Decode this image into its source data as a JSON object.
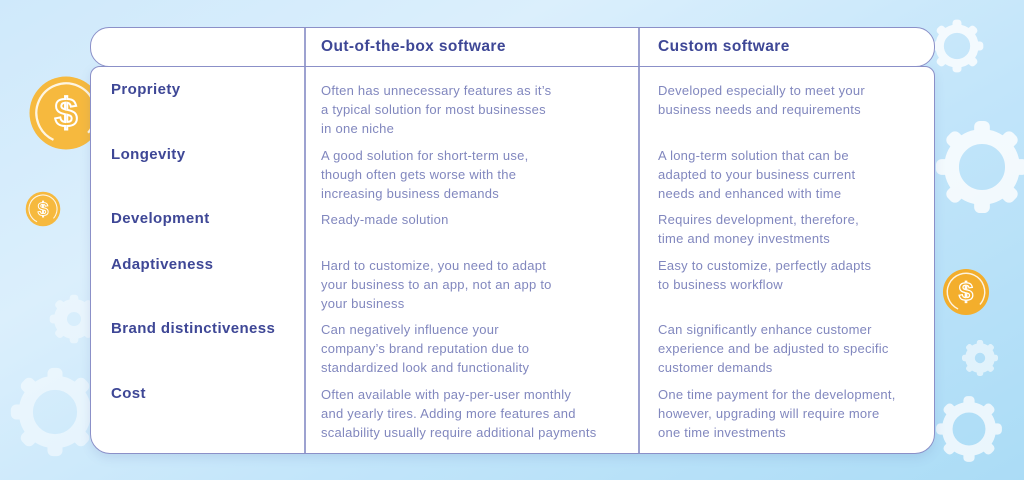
{
  "table": {
    "columns": [
      "",
      "Out-of-the-box software",
      "Custom software"
    ],
    "rows": [
      {
        "label": "Propriety",
        "otb": "Often has unnecessary features as it’s\na typical solution for most businesses\nin one niche",
        "custom": "Developed especially to meet your\nbusiness needs and requirements"
      },
      {
        "label": "Longevity",
        "otb": "A good solution for short-term use,\nthough often gets worse with the\nincreasing business demands",
        "custom": "A long-term solution that can be\nadapted to your business current\nneeds and enhanced with time"
      },
      {
        "label": "Development",
        "otb": "Ready-made solution",
        "custom": "Requires development, therefore,\ntime and money investments"
      },
      {
        "label": "Adaptiveness",
        "otb": "Hard to customize, you need to adapt\nyour business to an app, not an app to\nyour business",
        "custom": "Easy to customize, perfectly adapts\nto business workflow"
      },
      {
        "label": "Brand distinctiveness",
        "otb": "Can negatively influence your\ncompany’s brand reputation due to\nstandardized look and functionality",
        "custom": "Can significantly enhance customer\nexperience and be adjusted to specific\ncustomer demands"
      },
      {
        "label": "Cost",
        "otb": "Often available with pay-per-user monthly\nand yearly tires. Adding more features and\nscalability usually require additional payments",
        "custom": "One time payment for the development,\nhowever, upgrading will require more\none time investments"
      }
    ]
  },
  "decorations": {
    "coin_icon": "dollar-coin-icon",
    "gear_icon": "gear-icon",
    "coin_symbol": "$"
  },
  "colors": {
    "accent_border": "#8b90c8",
    "heading_text": "#3e4796",
    "body_text": "#8187be",
    "coin_fill": "#f6b93e",
    "background_top": "#cfe9fb",
    "background_bottom": "#abdcf6",
    "gear_white": "#ffffff"
  }
}
